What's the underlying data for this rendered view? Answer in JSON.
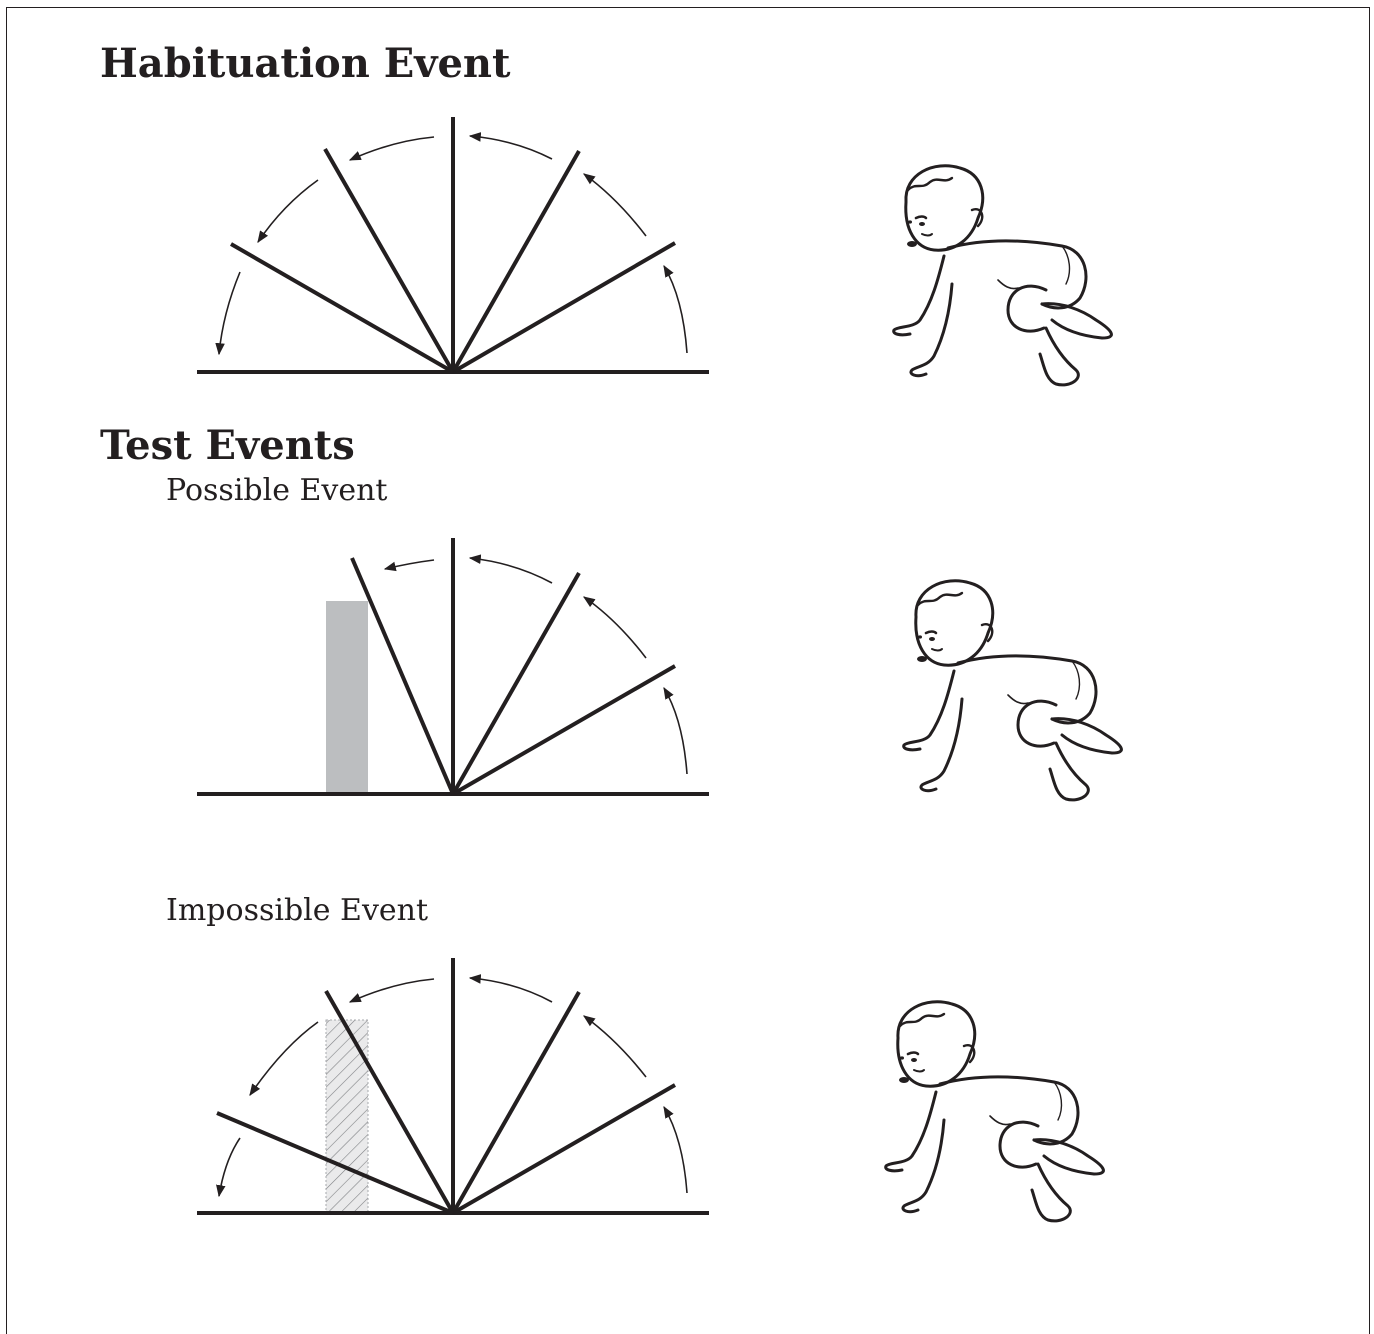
{
  "sections": {
    "habituation": {
      "title": "Habituation Event"
    },
    "test": {
      "title": "Test Events",
      "possible": {
        "label": "Possible Event"
      },
      "impossible": {
        "label": "Impossible Event"
      }
    }
  },
  "colors": {
    "ink": "#231f20",
    "box_fill": "#bcbec0",
    "box_hatch": "#808285",
    "background": "#ffffff"
  },
  "icons": {
    "screen": "rotating-screen-icon",
    "box": "box-icon",
    "infant": "crawling-infant-icon"
  },
  "panels": [
    {
      "id": "habituation",
      "rotation": "full 180° rotation",
      "box": "none"
    },
    {
      "id": "possible",
      "rotation": "stops at box",
      "box": "solid"
    },
    {
      "id": "impossible",
      "rotation": "full 180° rotation through box",
      "box": "hatched"
    }
  ]
}
